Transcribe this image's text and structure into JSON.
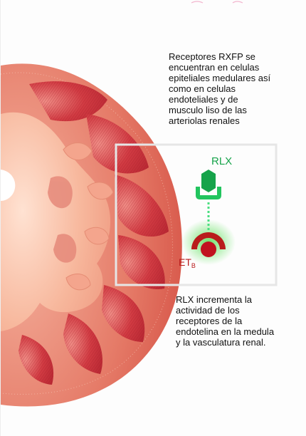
{
  "captions": {
    "top": "Receptores RXFP se\nencuentran en celulas\nepiteliales medulares así\ncomo en celulas\nendoteliales y de\nmusculo liso de las\narteriolas renales",
    "bottom": "RLX incrementa la\nactividad de los\nreceptores de la\nendotelina en la medula\ny la vasculatura renal."
  },
  "labels": {
    "rlx": "RLX",
    "etb_main": "ET",
    "etb_sub": "B"
  },
  "colors": {
    "rlx": "#16a34a",
    "receptor": "#b91c1c",
    "highlight_box": "#e6e6e6",
    "kidney_outer": "#e8826c",
    "kidney_inner": "#f2a78f",
    "medulla": "#c9313a"
  },
  "icons": {
    "ligand": "green-hexagon-icon",
    "binding_site": "green-cup-icon",
    "receptor": "red-dome-receptor-icon"
  }
}
